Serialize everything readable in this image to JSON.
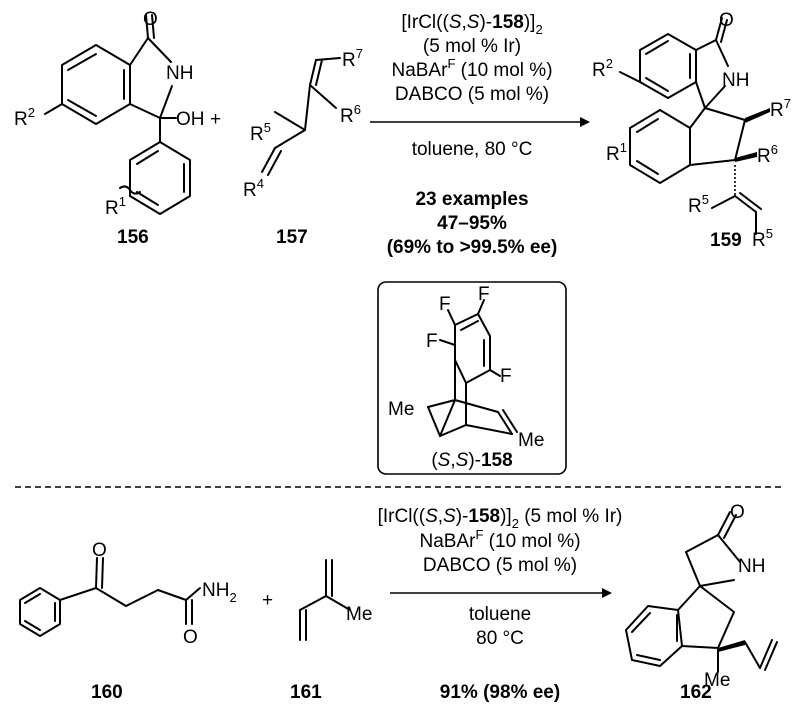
{
  "reaction1": {
    "reactant1": {
      "number": "156",
      "substituents": {
        "r2": "R",
        "r1": "R",
        "oh": "OH",
        "nh": "NH",
        "o": "O"
      }
    },
    "reactant2": {
      "number": "157",
      "substituents": {
        "r4": "R",
        "r5": "R",
        "r6": "R",
        "r7": "R"
      }
    },
    "plus": "+",
    "conditions": {
      "catalyst_prefix": "[IrCl((",
      "catalyst_s1": "S",
      "catalyst_sep": ",",
      "catalyst_s2": "S",
      "catalyst_mid": ")-",
      "catalyst_ligand": "158",
      "catalyst_suffix": ")]",
      "catalyst_sub": "2",
      "loading": "(5 mol % Ir)",
      "additive_base": "NaBAr",
      "additive_sup": "F",
      "additive_rest": " (10 mol %)",
      "base": "DABCO (5 mol %)",
      "solvent": "toluene, 80 °C",
      "examples": "23 examples",
      "yield": "47–95%",
      "ee": "(69% to >99.5% ee)"
    },
    "product": {
      "number": "159",
      "substituents": {
        "r2": "R",
        "r1": "R",
        "r5a": "R",
        "r5b": "R",
        "r6": "R",
        "r7": "R",
        "nh": "NH",
        "o": "O"
      }
    }
  },
  "ligand_box": {
    "f_labels": [
      "F",
      "F",
      "F",
      "F"
    ],
    "me_left": "Me",
    "me_right": "Me",
    "label_prefix": "(",
    "label_s1": "S",
    "label_sep": ",",
    "label_s2": "S",
    "label_mid": ")-",
    "label_number": "158"
  },
  "reaction2": {
    "reactant1": {
      "number": "160",
      "o_top": "O",
      "o_bottom": "O",
      "nh2": "NH"
    },
    "reactant2": {
      "number": "161",
      "me": "Me"
    },
    "plus": "+",
    "conditions": {
      "catalyst_prefix": "[IrCl((",
      "catalyst_s1": "S",
      "catalyst_sep": ",",
      "catalyst_s2": "S",
      "catalyst_mid": ")-",
      "catalyst_ligand": "158",
      "catalyst_suffix": ")]",
      "catalyst_sub": "2",
      "catalyst_loading": " (5 mol % Ir)",
      "additive_base": "NaBAr",
      "additive_sup": "F",
      "additive_rest": " (10 mol %)",
      "base": "DABCO (5 mol %)",
      "solvent": "toluene",
      "temperature": "80 °C",
      "result": "91% (98% ee)"
    },
    "product": {
      "number": "162",
      "o": "O",
      "nh": "NH",
      "me": "Me"
    }
  }
}
